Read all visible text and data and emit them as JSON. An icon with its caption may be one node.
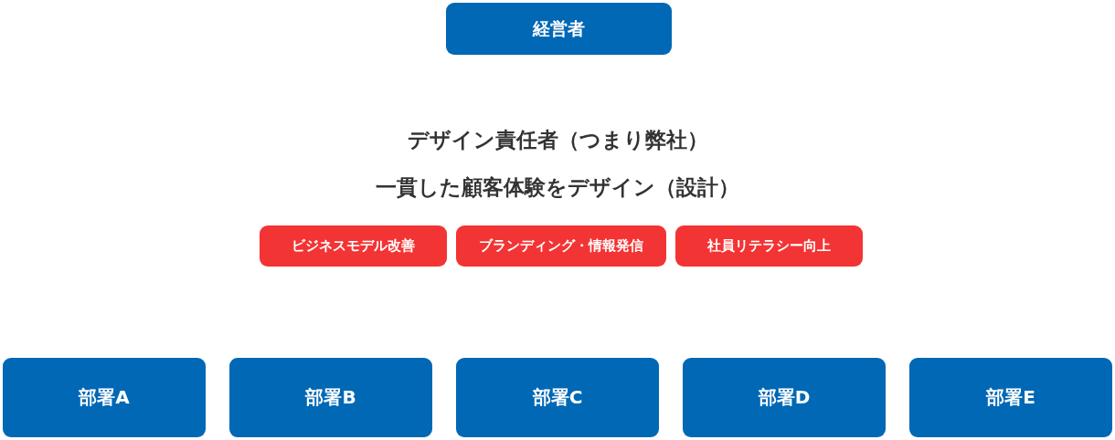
{
  "diagram": {
    "nodes": [
      {
        "text": [
          "経営者"
        ]
      },
      {
        "text": [
          "ビジネスモデル改善"
        ]
      },
      {
        "text": [
          "ブランディング・情報発信"
        ]
      },
      {
        "text": [
          "社員リテラシー向上"
        ]
      },
      {
        "text": [
          "部署A"
        ]
      },
      {
        "text": [
          "部署B"
        ]
      },
      {
        "text": [
          "部署C"
        ]
      },
      {
        "text": [
          "部署D"
        ]
      },
      {
        "text": [
          "部署E"
        ]
      }
    ],
    "labels": [
      "デザイン責任者（つまり弊社）",
      "一貫した顧客体験をデザイン（設計）"
    ]
  }
}
